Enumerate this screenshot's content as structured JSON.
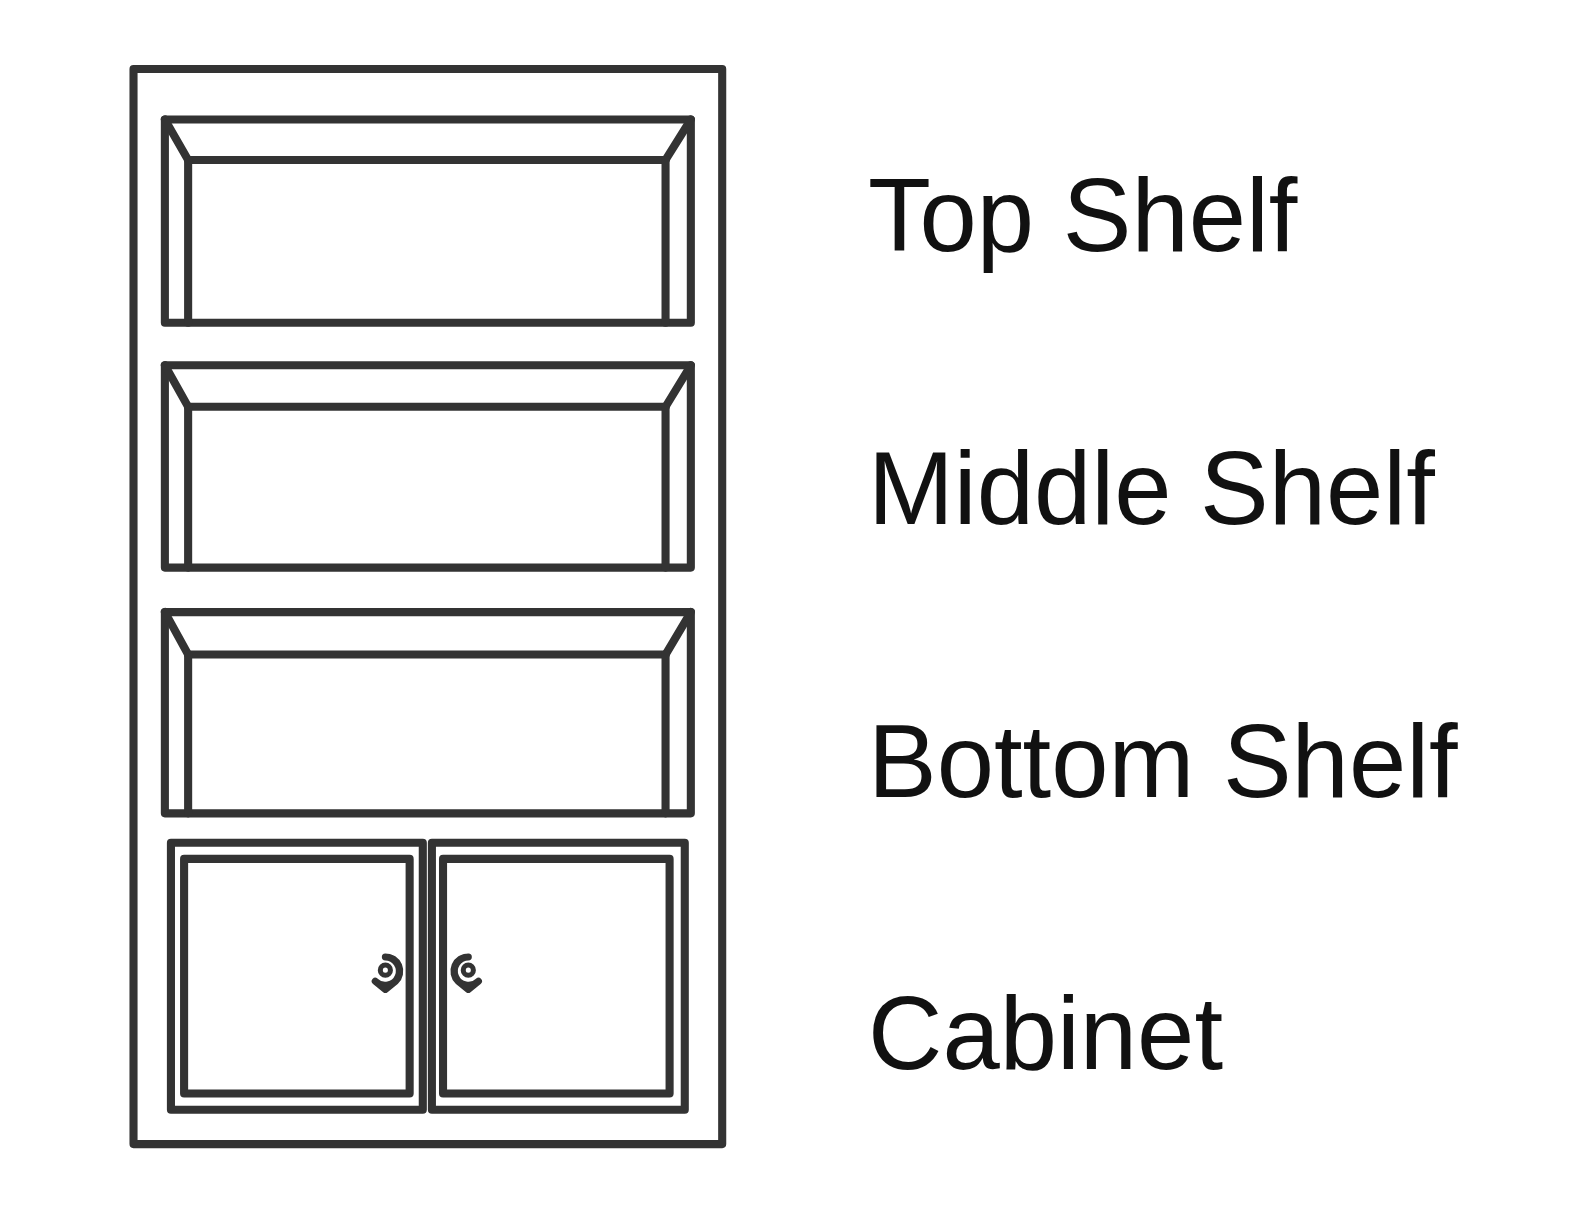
{
  "diagram": {
    "labels": [
      "Top Shelf",
      "Middle Shelf",
      "Bottom Shelf",
      "Cabinet"
    ]
  }
}
